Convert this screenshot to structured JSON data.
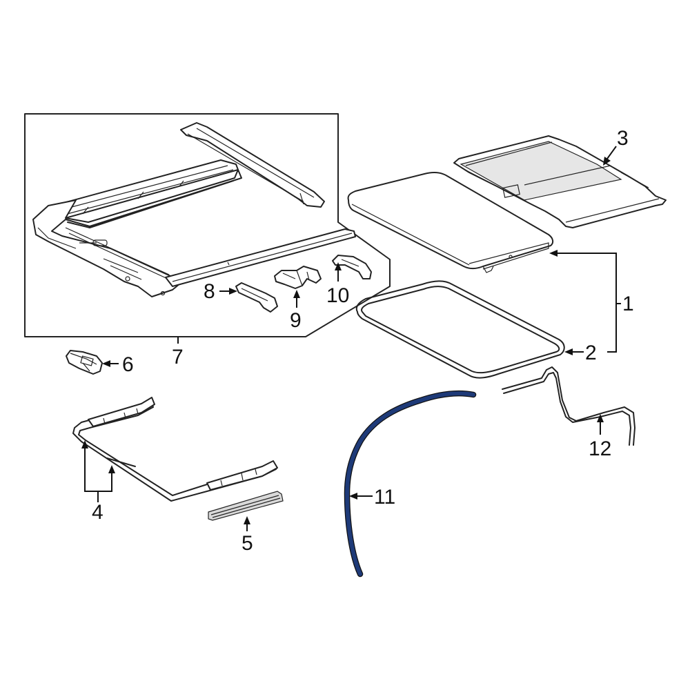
{
  "colors": {
    "background": "#ffffff",
    "line": "#222222",
    "highlight": "#1e3a78"
  },
  "callouts": {
    "c1": "1",
    "c2": "2",
    "c3": "3",
    "c4": "4",
    "c5": "5",
    "c6": "6",
    "c7": "7",
    "c8": "8",
    "c9": "9",
    "c10": "10",
    "c11": "11",
    "c12": "12"
  },
  "highlighted_part": "11"
}
